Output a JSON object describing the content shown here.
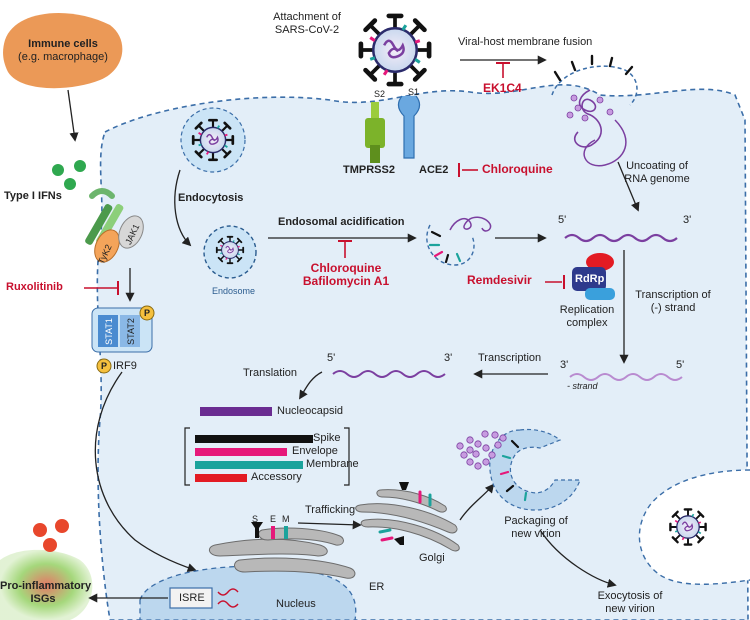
{
  "labels": {
    "immune_cells": "Immune cells",
    "immune_cells_sub": "(e.g. macrophage)",
    "type_i_ifns": "Type I IFNs",
    "tyk2": "TyK2",
    "jak1": "JAK1",
    "ruxolitinib": "Ruxolitinib",
    "stat1": "STAT1",
    "stat2": "STAT2",
    "p": "P",
    "irf9": "IRF9",
    "attachment_line1": "Attachment of",
    "attachment_line2": "SARS-CoV-2",
    "s2": "S2",
    "s1": "S1",
    "tmprss2": "TMPRSS2",
    "ace2": "ACE2",
    "chloroquine": "Chloroquine",
    "viral_fusion": "Viral-host membrane fusion",
    "ek1c4": "EK1C4",
    "uncoating_line1": "Uncoating of",
    "uncoating_line2": "RNA genome",
    "endocytosis": "Endocytosis",
    "endosome": "Endosome",
    "endosomal_acidification": "Endosomal acidification",
    "chloroquine_2": "Chloroquine",
    "bafilomycin": "Bafilomycin A1",
    "five_prime": "5'",
    "three_prime": "3'",
    "remdesivir": "Remdesivir",
    "rdrp": "RdRp",
    "replication_line1": "Replication",
    "replication_line2": "complex",
    "transcription_neg_line1": "Transcription of",
    "transcription_neg_line2": "(-)  strand",
    "transcription": "Transcription",
    "translation": "Translation",
    "minus_strand": "- strand",
    "nucleocapsid": "Nucleocapsid",
    "spike": "Spike",
    "envelope": "Envelope",
    "membrane": "Membrane",
    "accessory": "Accessory",
    "trafficking": "Trafficking",
    "s_label": "S",
    "e_label": "E",
    "m_label": "M",
    "golgi": "Golgi",
    "er": "ER",
    "packaging_line1": "Packaging of",
    "packaging_line2": "new virion",
    "exocytosis_line1": "Exocytosis of",
    "exocytosis_line2": "new virion",
    "isre": "ISRE",
    "nucleus": "Nucleus",
    "pro_inflammatory_line1": "Pro-inflammatory",
    "pro_inflammatory_line2": "ISGs"
  },
  "colors": {
    "inhibitor_red": "#c8102e",
    "cell_fill": "#e3eef8",
    "cell_border": "#3b6ea8",
    "rna_purple": "#7b3fa0",
    "nucleocapsid": "#6a2c91",
    "spike": "#111111",
    "envelope": "#e6187a",
    "membrane": "#1ba39c",
    "accessory": "#e31b23",
    "ifn_green": "#2fa84f",
    "immune_orange": "#e8873a",
    "rdrp_blue": "#2e3a8c"
  },
  "icons": [
    "virion-icon",
    "ace2-receptor-icon",
    "tmprss2-protease-icon",
    "rdrp-complex-icon",
    "inhibition-bar-icon",
    "dna-helix-icon"
  ]
}
